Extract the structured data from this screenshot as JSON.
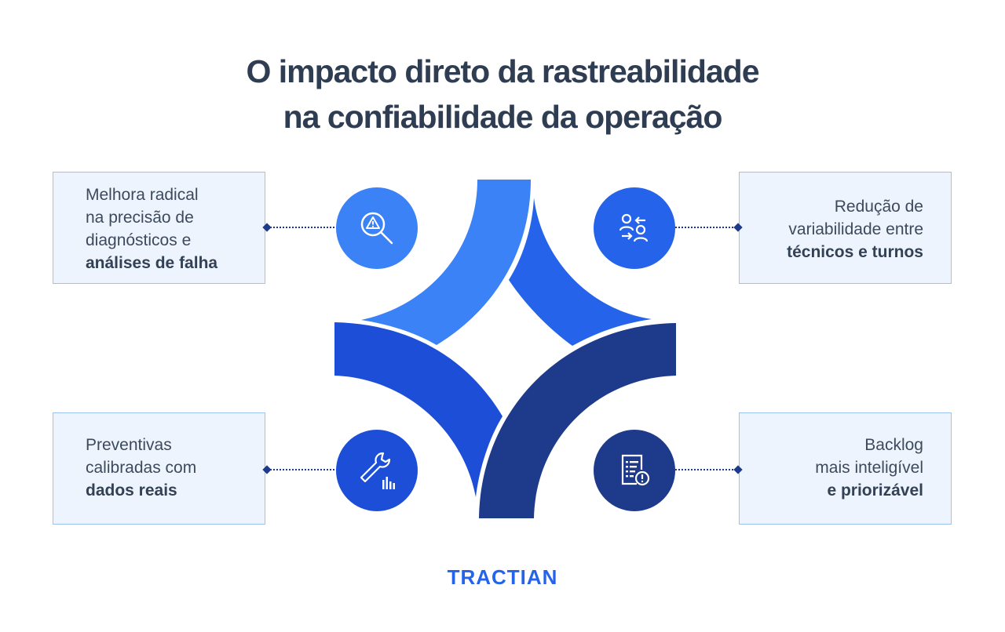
{
  "title": {
    "line1": "O impacto direto da rastreabilidade",
    "line2": "na confiabilidade da operação"
  },
  "colors": {
    "title": "#2f3d52",
    "card_bg": "#eef4fe",
    "card_border": "#9cc3f0",
    "piece_top_left": "#3b82f6",
    "piece_top_right": "#2563eb",
    "piece_bottom_left": "#1d4ed8",
    "piece_bottom_right": "#1e3a8a",
    "connector": "#1e3a8a",
    "logo": "#2563eb"
  },
  "cards": {
    "top_left": {
      "lines": [
        "Melhora radical",
        "na precisão de",
        "diagnósticos e"
      ],
      "bold": "análises de falha",
      "icon": "search-warning-icon"
    },
    "top_right": {
      "lines": [
        "Redução de",
        "variabilidade entre"
      ],
      "bold": "técnicos e turnos",
      "icon": "users-exchange-icon"
    },
    "bottom_left": {
      "lines": [
        "Preventivas",
        "calibradas com"
      ],
      "bold": "dados reais",
      "icon": "wrench-chart-icon"
    },
    "bottom_right": {
      "lines": [
        "Backlog",
        "mais inteligível"
      ],
      "bold": "e priorizável",
      "icon": "document-alert-icon"
    }
  },
  "logo": {
    "text": "TRACTIAN"
  }
}
